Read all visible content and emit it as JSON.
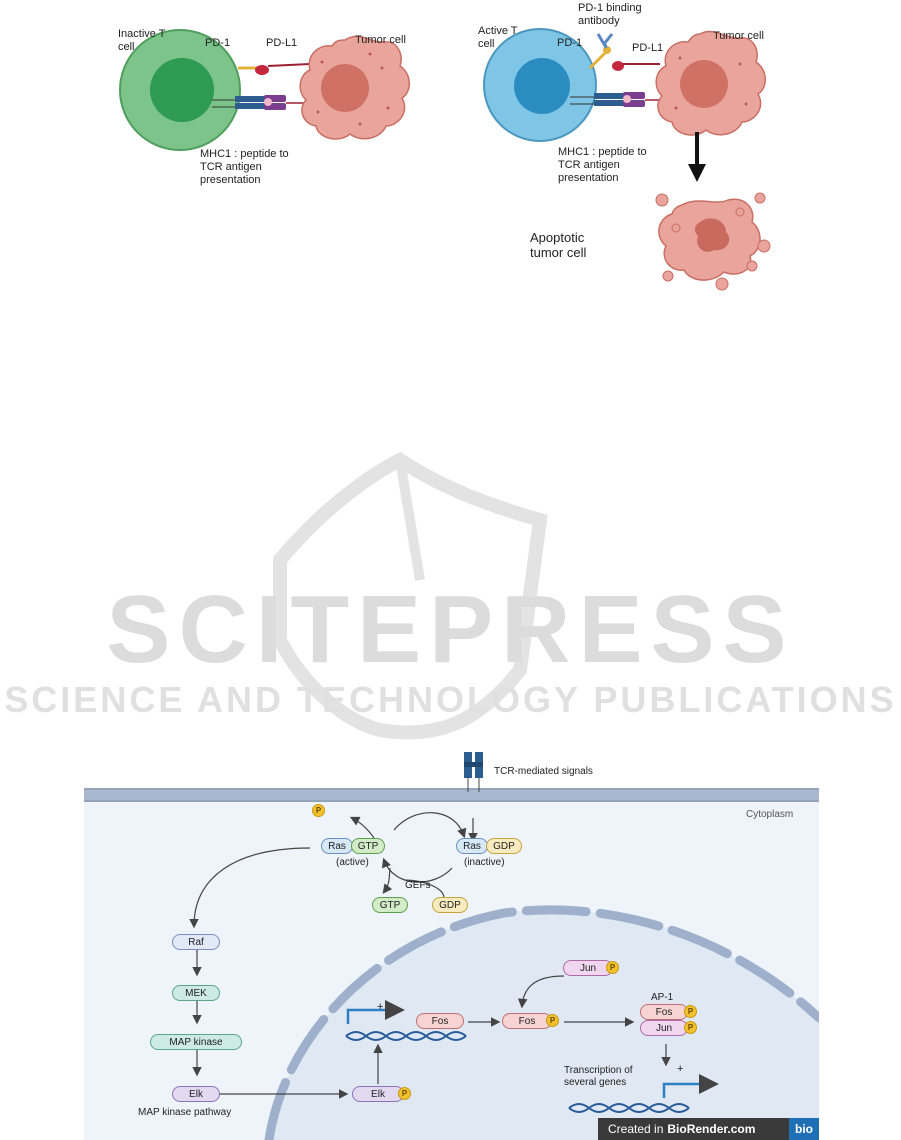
{
  "top_left": {
    "inactive_t_cell": "Inactive T\ncell",
    "pd1": "PD-1",
    "pdl1": "PD-L1",
    "tumor_cell": "Tumor cell",
    "mhc": "MHC1 : peptide to\nTCR antigen\npresentation"
  },
  "top_right": {
    "active_t_cell": "Active T\ncell",
    "antibody": "PD-1 binding\nantibody",
    "pd1": "PD-1",
    "pdl1": "PD-L1",
    "tumor_cell": "Tumor cell",
    "mhc": "MHC1 : peptide to\nTCR antigen\npresentation",
    "apoptotic": "Apoptotic\ntumor cell"
  },
  "watermark": {
    "main": "SCITEPRESS",
    "sub": "SCIENCE AND TECHNOLOGY PUBLICATIONS"
  },
  "pathway": {
    "tcr": "TCR-mediated signals",
    "cytoplasm": "Cytoplasm",
    "p": "P",
    "ras": "Ras",
    "gtp": "GTP",
    "gdp": "GDP",
    "active": "(active)",
    "inactive": "(inactive)",
    "gefs": "GEFs",
    "raf": "Raf",
    "mek": "MEK",
    "map_kinase": "MAP kinase",
    "elk": "Elk",
    "map_pathway": "MAP kinase pathway",
    "fos": "Fos",
    "jun": "Jun",
    "ap1": "AP-1",
    "plus": "+",
    "transcription": "Transcription of\nseveral genes",
    "credit_prefix": "Created in",
    "credit_brand": "BioRender.com",
    "credit_badge": "bio"
  },
  "colors": {
    "inactive_cell": "#7cc48a",
    "active_cell": "#7fc6e6",
    "tumor": "#e9a59b",
    "membrane": "#a9b8cf",
    "ras_fill": "#d7e8f7",
    "gtp_fill": "#d3ecc8",
    "gdp_fill": "#f7ebbf",
    "teal_fill": "#cdebe2",
    "purple_fill": "#e2d9f0",
    "pink_fill": "#f7d3d3"
  }
}
